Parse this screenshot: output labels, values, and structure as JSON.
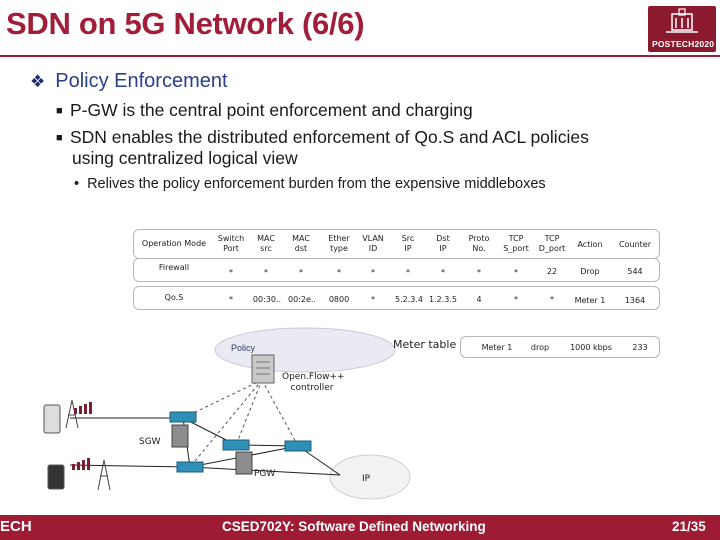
{
  "title": "SDN on 5G Network (6/6)",
  "logo": {
    "text": "POSTECH2020"
  },
  "bullets": {
    "heading": "Policy Enforcement",
    "items": [
      "P-GW is the central point enforcement and charging",
      "SDN enables the distributed enforcement of Qo.S and ACL policies",
      "using centralized logical view"
    ],
    "sub": "Relives the policy enforcement burden from the expensive middleboxes"
  },
  "flow_table": {
    "headers": [
      "Operation Mode",
      "Switch\nPort",
      "MAC\nsrc",
      "MAC\ndst",
      "Ether\ntype",
      "VLAN\nID",
      "Src\nIP",
      "Dst\nIP",
      "Proto\nNo.",
      "TCP\nS_port",
      "TCP\nD_port",
      "Action",
      "Counter"
    ],
    "rows": [
      {
        "label": "Firewall",
        "cells": [
          "*",
          "*",
          "*",
          "*",
          "*",
          "*",
          "*",
          "*",
          "*",
          "22",
          "Drop",
          "544"
        ]
      },
      {
        "label": "Qo.S",
        "cells": [
          "*",
          "00:30..",
          "00:2e..",
          "0800",
          "*",
          "5.2.3.4",
          "1.2.3.5",
          "4",
          "*",
          "*",
          "Meter 1",
          "1364"
        ]
      }
    ]
  },
  "meter_table": {
    "label": "Meter table",
    "cells": [
      "Meter 1",
      "drop",
      "1000 kbps",
      "233"
    ]
  },
  "diagram": {
    "policy": "Policy",
    "controller": "Open.Flow++\ncontroller",
    "sgw": "SGW",
    "pgw": "PGW",
    "ip": "IP"
  },
  "footer": {
    "left": "ECH",
    "course": "CSED702Y: Software Defined Networking",
    "page": "21/35"
  },
  "colors": {
    "accent": "#9e1b34",
    "heading": "#2a3f8f",
    "footer_text": "#ffffff"
  }
}
